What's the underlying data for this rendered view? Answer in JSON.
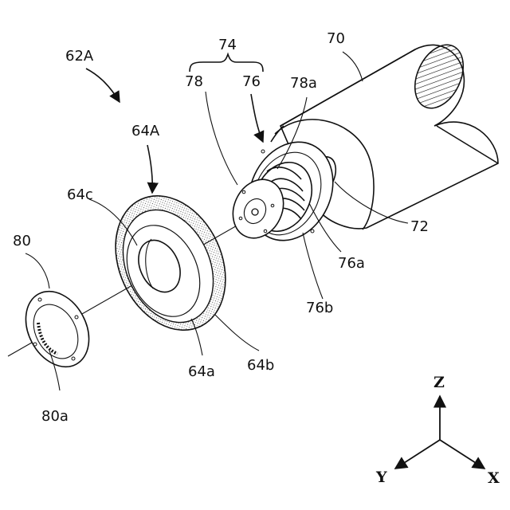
{
  "labels": {
    "l62A": "62A",
    "l74": "74",
    "l78": "78",
    "l76": "76",
    "l78a": "78a",
    "l70": "70",
    "l64A": "64A",
    "l64c": "64c",
    "l72": "72",
    "l80": "80",
    "l76a": "76a",
    "l76b": "76b",
    "l64a": "64a",
    "l64b": "64b",
    "l80a": "80a"
  },
  "axes": {
    "z": "Z",
    "y": "Y",
    "x": "X"
  }
}
